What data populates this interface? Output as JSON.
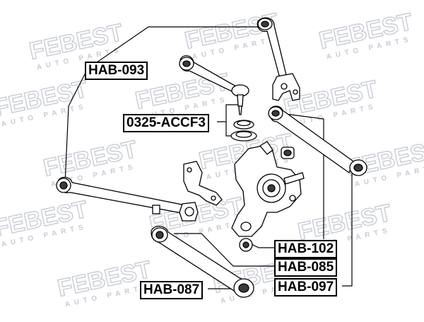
{
  "watermark": {
    "brand": "FEBEST",
    "tagline": "AUTO PARTS",
    "color": "#c8ccd4"
  },
  "labels": {
    "hab_093": "HAB-093",
    "accf3": "0325-ACCF3",
    "hab_102": "HAB-102",
    "hab_085": "HAB-085",
    "hab_087": "HAB-087",
    "hab_097": "HAB-097"
  },
  "colors": {
    "line": "#000000",
    "part_fill": "#ffffff",
    "bushing_fill": "#3a3a3a"
  }
}
